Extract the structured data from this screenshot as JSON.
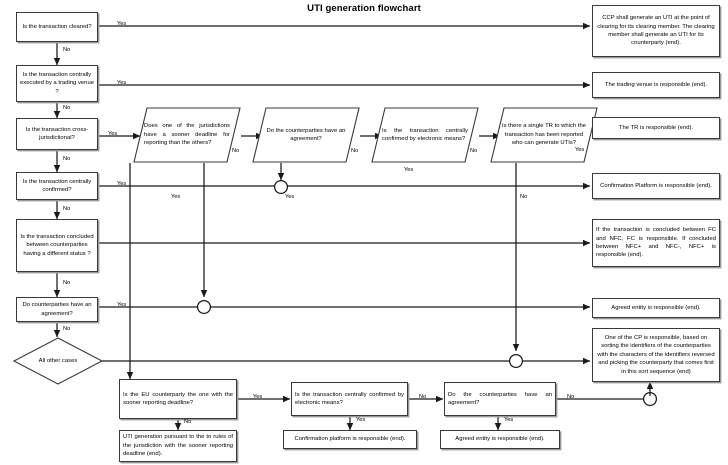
{
  "chart_title": "UTI generation flowchart",
  "style": {
    "line_color": "#1a1a1a",
    "box_border": "#3a3a3a",
    "shadow_color": "#9a9a9a",
    "background": "#ffffff"
  },
  "nodes": {
    "q_cleared": {
      "label": "Is the transaction cleared?",
      "shape": "process"
    },
    "q_venue": {
      "label": "Is the transaction centrally executed  by a trading venue  ?",
      "shape": "process"
    },
    "q_crossjur": {
      "label": "Is the transaction cross-jurisdictional?",
      "shape": "process"
    },
    "q_centconf": {
      "label": "Is the transaction centrally confirmed?",
      "shape": "process"
    },
    "q_status": {
      "label": "Is the transaction concluded between counterparties  having a different  status ?",
      "shape": "process"
    },
    "q_agreement": {
      "label": "Do counterparties have an agreement?",
      "shape": "process"
    },
    "q_allother": {
      "label": "All other cases",
      "shape": "diamond"
    },
    "p_deadline": {
      "label": "Does one of the jurisdictions have a sooner deadline for reporting than the others?",
      "shape": "parallelogram"
    },
    "p_cpagree": {
      "label": "Do the counterparties have an agreement?",
      "shape": "parallelogram"
    },
    "p_electronic": {
      "label": "Is the transaction centrally confirmed by electronic means?",
      "shape": "parallelogram"
    },
    "p_singletr": {
      "label": "Is there a single TR to which the transaction has been reported who can generate UTIs?",
      "shape": "parallelogram"
    },
    "q_eucp": {
      "label": "Is the EU counterparty the one with the sooner reporting deadline?",
      "shape": "process"
    },
    "q_bot_elec": {
      "label": "Is the transaction centrally confirmed by electronic means?",
      "shape": "process"
    },
    "q_bot_agree": {
      "label": "Do the counterparties have an agreement?",
      "shape": "process"
    },
    "r_ccp": {
      "label": "CCP shall generate an UTI at the point of clearing for its clearing member. The clearing member shall generate an UTI for its counterparty (end).",
      "shape": "terminal"
    },
    "r_venue": {
      "label": "The trading venue is responsible (end).",
      "shape": "terminal"
    },
    "r_tr": {
      "label": "The TR  is responsible   (end).",
      "shape": "terminal"
    },
    "r_confplat": {
      "label": "Confirmation Platform is responsible (end).",
      "shape": "terminal"
    },
    "r_fcnfc": {
      "label": "If the transaction is concluded between FC and NFC, FC is responsible. If concluded between NFC+ and NFC-, NFC+ is responsible (end).",
      "shape": "terminal"
    },
    "r_agreed": {
      "label": "Agreed entity is responsible   (end).",
      "shape": "terminal"
    },
    "r_cpsort": {
      "label": "One of the CP  is responsible, based on sorting the identifiers of the counterparties with the characters of the identifiers reversed and picking the counterparty that comes first in this sort sequence (end)",
      "shape": "terminal"
    },
    "r_utigen": {
      "label": "UTI generation pursuant to the to rules of the jurisdiction with the sooner reporting deadline (end).",
      "shape": "terminal"
    },
    "r_bot_confplat": {
      "label": "Confirmation platform is responsible (end).",
      "shape": "terminal"
    },
    "r_bot_agreed": {
      "label": "Agreed entity is responsible (end).",
      "shape": "terminal"
    }
  },
  "edge_labels": {
    "cleared_yes": "Yes",
    "cleared_no": "No",
    "venue_yes": "Yes",
    "venue_no": "No",
    "crossjur_yes": "Yes",
    "crossjur_no": "No",
    "centconf_yes": "Yes",
    "centconf_no": "No",
    "status_no": "No",
    "agreement_yes": "Yes",
    "agreement_no": "No",
    "deadline_no": "No",
    "deadline_yes": "Yes",
    "cpagree_no": "No",
    "cpagree_yes": "Yes",
    "electronic_no": "No",
    "electronic_yes": "Yes",
    "singletr_yes": "Yes",
    "singletr_no": "No",
    "eucp_yes": "Yes",
    "eucp_no": "No",
    "bot_elec_no": "No",
    "bot_elec_yes": "Yes",
    "bot_agree_no": "No",
    "bot_agree_yes": "Yes"
  }
}
